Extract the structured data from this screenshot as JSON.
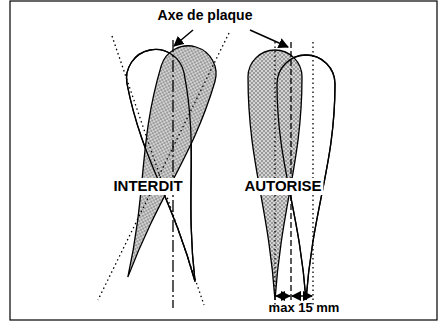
{
  "diagram": {
    "labels": [
      "Axe de plaque",
      "INTERDIT",
      "AUTORISE",
      "max 15 mm"
    ]
  }
}
